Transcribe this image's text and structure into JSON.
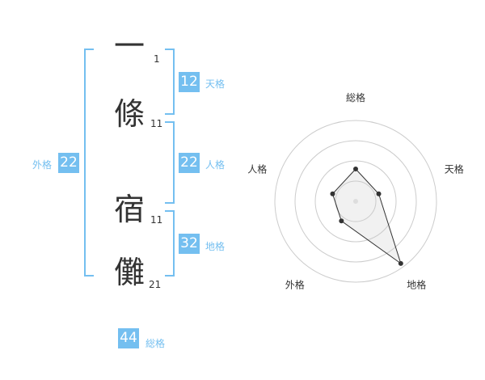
{
  "name": {
    "chars": [
      {
        "char": "一",
        "strokes": "1"
      },
      {
        "char": "條",
        "strokes": "11"
      },
      {
        "char": "宿",
        "strokes": "11"
      },
      {
        "char": "儺",
        "strokes": "21"
      }
    ]
  },
  "fortunes": {
    "tenkaku": {
      "value": "12",
      "label": "天格"
    },
    "jinkaku": {
      "value": "22",
      "label": "人格"
    },
    "chikaku": {
      "value": "32",
      "label": "地格"
    },
    "gaikaku": {
      "value": "22",
      "label": "外格"
    },
    "soukaku": {
      "value": "44",
      "label": "総格"
    }
  },
  "chart_data": {
    "type": "radar",
    "axes": [
      "総格",
      "天格",
      "地格",
      "外格",
      "人格"
    ],
    "values": [
      0.4,
      0.3,
      0.95,
      0.3,
      0.3
    ],
    "rings": 4,
    "colors": {
      "grid": "#cccccc",
      "line": "#333333",
      "center": "#dddddd"
    }
  },
  "colors": {
    "accent": "#74bff0",
    "text": "#333333"
  }
}
